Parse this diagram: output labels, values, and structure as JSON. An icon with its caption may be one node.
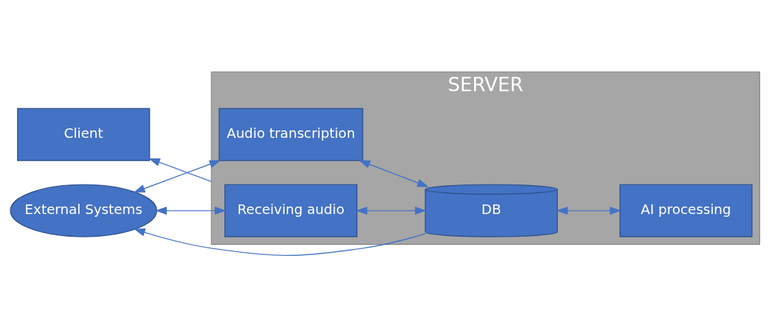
{
  "diagram": {
    "nodes": [
      {
        "text": [
          "Client"
        ]
      },
      {
        "text": [
          "SERVER"
        ]
      },
      {
        "text": [
          "Receiving audio"
        ],
        "in": 1
      },
      {
        "text": [
          "Audio transcription"
        ],
        "in": 1
      },
      {
        "text": [
          "AI processing"
        ],
        "in": 1
      },
      {
        "text": [
          "DB"
        ],
        "in": 1
      },
      {
        "text": [
          "External Systems"
        ]
      }
    ],
    "edges": [
      {
        "from": 1,
        "to": 0,
        "arrow": "to"
      },
      {
        "from": 6,
        "to": 2,
        "arrow": "both"
      },
      {
        "from": 6,
        "to": 3,
        "arrow": "both"
      },
      {
        "from": 5,
        "to": 6,
        "arrow": "to"
      },
      {
        "from": 2,
        "to": 5,
        "arrow": "both"
      },
      {
        "from": 3,
        "to": 5,
        "arrow": "both"
      },
      {
        "from": 5,
        "to": 4,
        "arrow": "both"
      }
    ]
  }
}
